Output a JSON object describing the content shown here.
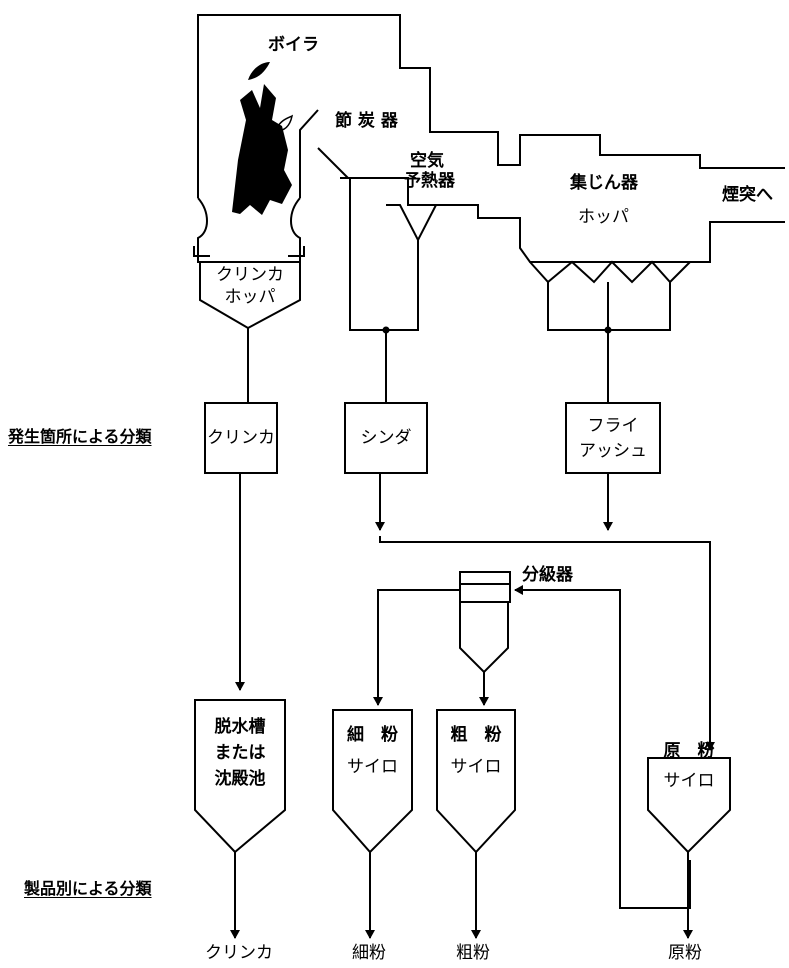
{
  "equipment": {
    "boiler": "ボイラ",
    "economizer": "節 炭 器",
    "air_preheater_line1": "空気",
    "air_preheater_line2": "予熱器",
    "dust_collector": "集じん器",
    "dust_collector_hopper": "ホッパ",
    "to_stack": "煙突へ",
    "clinker_hopper_line1": "クリンカ",
    "clinker_hopper_line2": "ホッパ",
    "classifier": "分級器"
  },
  "source_classification": {
    "heading": "発生箇所による分類",
    "clinker": "クリンカ",
    "cinder": "シンダ",
    "fly_ash_line1": "フライ",
    "fly_ash_line2": "アッシュ"
  },
  "silos": {
    "dewatering_line1": "脱水槽",
    "dewatering_line2": "または",
    "dewatering_line3": "沈殿池",
    "fine_line1": "細　粉",
    "fine_line2": "サイロ",
    "coarse_line1": "粗　粉",
    "coarse_line2": "サイロ",
    "raw_line1": "原　粉",
    "raw_line2": "サイロ"
  },
  "product_classification": {
    "heading": "製品別による分類",
    "clinker": "クリンカ",
    "fine": "細粉",
    "coarse": "粗粉",
    "raw": "原粉"
  }
}
